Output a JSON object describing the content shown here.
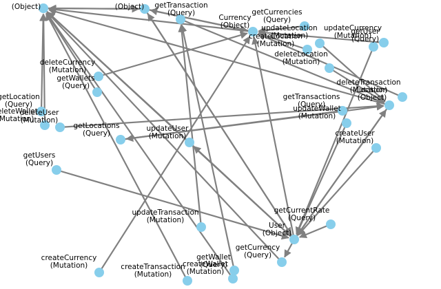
{
  "nodes": [
    {
      "id": "transaction",
      "lines": [
        "",
        "(Object)"
      ]
    },
    {
      "id": "wallet",
      "lines": [
        "",
        "(Object)"
      ]
    },
    {
      "id": "getTransaction",
      "lines": [
        "getTransaction",
        "(Query)"
      ]
    },
    {
      "id": "currency",
      "lines": [
        "Currency",
        "(Object)"
      ]
    },
    {
      "id": "getCurrencies",
      "lines": [
        "getCurrencies",
        "(Query)"
      ]
    },
    {
      "id": "updateLocation",
      "lines": [
        "updateLocation",
        "(Mutation)"
      ]
    },
    {
      "id": "updateCurrency",
      "lines": [
        "updateCurrency",
        "(Mutation)"
      ]
    },
    {
      "id": "getUser",
      "lines": [
        "getUser",
        "(Query)"
      ]
    },
    {
      "id": "createLocation",
      "lines": [
        "createLocation",
        "(Mutation)"
      ]
    },
    {
      "id": "deleteLocation",
      "lines": [
        "deleteLocation",
        "(Mutation)"
      ]
    },
    {
      "id": "deleteCurrency",
      "lines": [
        "deleteCurrency",
        "(Mutation)"
      ]
    },
    {
      "id": "getWallets",
      "lines": [
        "getWallets",
        "(Query)"
      ]
    },
    {
      "id": "deleteTransaction",
      "lines": [
        "deleteTransaction",
        "(Mutation)"
      ]
    },
    {
      "id": "location",
      "lines": [
        "Location",
        "(Object)"
      ]
    },
    {
      "id": "getLocation",
      "lines": [
        "getLocation",
        "(Query)"
      ]
    },
    {
      "id": "deleteWallet",
      "lines": [
        "deleteWallet",
        "(Mutation)"
      ]
    },
    {
      "id": "deleteUser",
      "lines": [
        "deleteUser",
        "(Mutation)"
      ]
    },
    {
      "id": "getTransactions",
      "lines": [
        "getTransactions",
        "(Query)"
      ]
    },
    {
      "id": "updateWallet",
      "lines": [
        "updateWallet",
        "(Mutation)"
      ]
    },
    {
      "id": "getLocations",
      "lines": [
        "getLocations",
        "(Query)"
      ]
    },
    {
      "id": "updateUser",
      "lines": [
        "updateUser",
        "(Mutation)"
      ]
    },
    {
      "id": "createUser",
      "lines": [
        "createUser",
        "(Mutation)"
      ]
    },
    {
      "id": "getUsers",
      "lines": [
        "getUsers",
        "(Query)"
      ]
    },
    {
      "id": "getCurrentRate",
      "lines": [
        "getCurrentRate",
        "(Query)"
      ]
    },
    {
      "id": "updateTransaction",
      "lines": [
        "updateTransaction",
        "(Mutation)"
      ]
    },
    {
      "id": "user",
      "lines": [
        "User",
        "(Object)"
      ]
    },
    {
      "id": "getCurrency",
      "lines": [
        "getCurrency",
        "(Query)"
      ]
    },
    {
      "id": "getWallet",
      "lines": [
        "getWallet",
        "(Query)"
      ]
    },
    {
      "id": "createWallet",
      "lines": [
        "createWallet",
        "(Mutation)"
      ]
    },
    {
      "id": "createCurrency",
      "lines": [
        "createCurrency",
        "(Mutation)"
      ]
    },
    {
      "id": "createTransaction",
      "lines": [
        "createTransaction",
        "(Mutation)"
      ]
    }
  ],
  "edges": [
    [
      "user",
      "transaction"
    ],
    [
      "user",
      "wallet"
    ],
    [
      "user",
      "location"
    ],
    [
      "user",
      "currency"
    ],
    [
      "currency",
      "transaction"
    ],
    [
      "currency",
      "wallet"
    ],
    [
      "wallet",
      "user"
    ],
    [
      "wallet",
      "currency"
    ],
    [
      "wallet",
      "transaction"
    ],
    [
      "transaction",
      "user"
    ],
    [
      "transaction",
      "wallet"
    ],
    [
      "location",
      "user"
    ],
    [
      "location",
      "transaction"
    ],
    [
      "getTransaction",
      "location"
    ],
    [
      "getCurrencies",
      "currency"
    ],
    [
      "updateLocation",
      "currency"
    ],
    [
      "updateCurrency",
      "currency"
    ],
    [
      "getUser",
      "user"
    ],
    [
      "createLocation",
      "location"
    ],
    [
      "deleteLocation",
      "location"
    ],
    [
      "deleteCurrency",
      "currency"
    ],
    [
      "getWallets",
      "transaction"
    ],
    [
      "deleteTransaction",
      "currency"
    ],
    [
      "getLocation",
      "transaction"
    ],
    [
      "deleteWallet",
      "transaction"
    ],
    [
      "deleteUser",
      "location"
    ],
    [
      "getTransactions",
      "getLocations"
    ],
    [
      "updateWallet",
      "user"
    ],
    [
      "getLocations",
      "location"
    ],
    [
      "updateUser",
      "transaction"
    ],
    [
      "createUser",
      "user"
    ],
    [
      "getUsers",
      "user"
    ],
    [
      "getCurrentRate",
      "user"
    ],
    [
      "updateTransaction",
      "getTransaction"
    ],
    [
      "getCurrency",
      "transaction"
    ],
    [
      "getWallet",
      "getTransaction"
    ],
    [
      "createWallet",
      "transaction"
    ],
    [
      "createCurrency",
      "currency"
    ],
    [
      "createTransaction",
      "transaction"
    ],
    [
      "user",
      "updateUser"
    ],
    [
      "user",
      "getCurrency"
    ]
  ]
}
